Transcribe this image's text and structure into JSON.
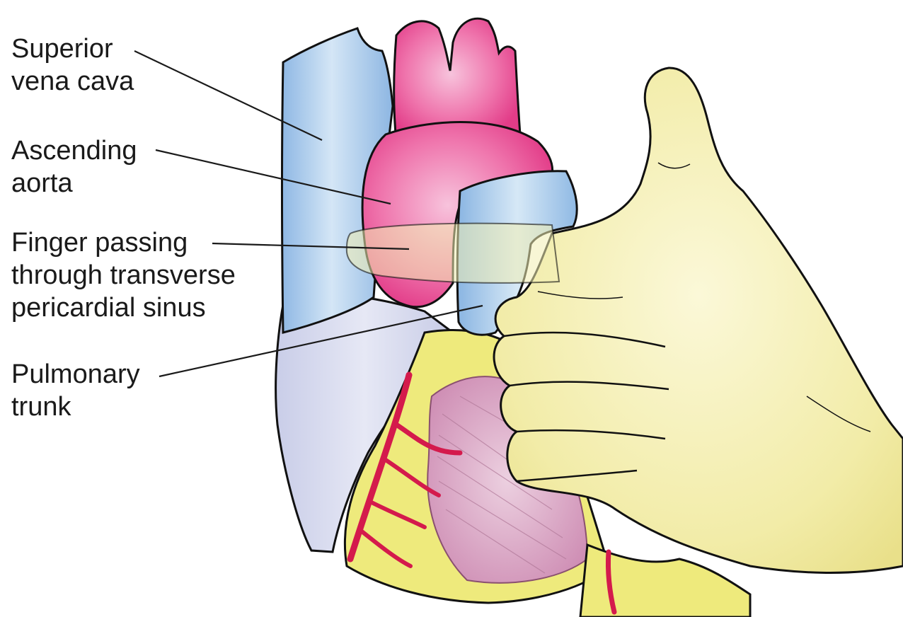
{
  "labels": {
    "superior_vena_cava": {
      "line1": "Superior",
      "line2": "vena cava"
    },
    "ascending_aorta": {
      "line1": "Ascending",
      "line2": "aorta"
    },
    "finger_transverse_sinus": {
      "line1": "Finger passing",
      "line2": "through transverse",
      "line3": "pericardial sinus"
    },
    "pulmonary_trunk": {
      "line1": "Pulmonary",
      "line2": "trunk"
    }
  },
  "colors": {
    "vena_cava": "#a9cdee",
    "right_atrium": "#d9dcef",
    "aorta": "#ee5c9c",
    "pulmonary_trunk": "#9cc6ea",
    "epicardial_fat": "#eeea7c",
    "ventricle": "#d9a6c4",
    "coronary_vessel": "#d41a4c",
    "glove": "#f3eeb2",
    "outline": "#111111",
    "leader_line": "#1a1a1a"
  }
}
